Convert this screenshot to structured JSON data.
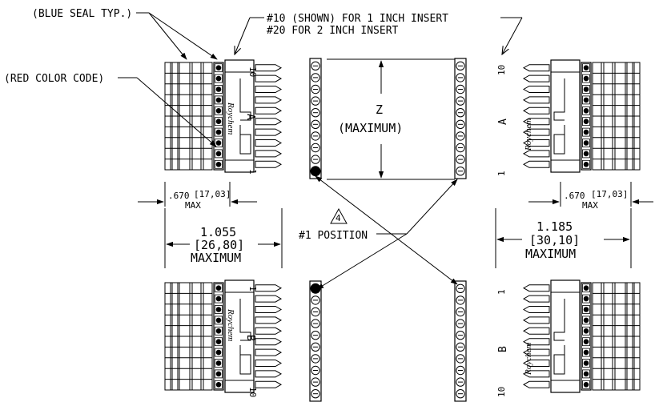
{
  "callouts": {
    "blue_seal": "(BLUE SEAL TYP.)",
    "insert_line1": "#10 (SHOWN) FOR 1 INCH INSERT",
    "insert_line2": "#20 FOR 2 INCH INSERT",
    "red_color_code": "(RED COLOR CODE)",
    "position": "#1  POSITION",
    "note_number": "4"
  },
  "dimensions": {
    "height_label": "Z",
    "height_note": "(MAXIMUM)",
    "left_mini": {
      "inch": ".670",
      "mm": "[17,03]",
      "sub": "MAX"
    },
    "right_mini": {
      "inch": ".670",
      "mm": "[17,03]",
      "sub": "MAX"
    },
    "left_overall": {
      "inch": "1.055",
      "mm": "[26,80]",
      "sub": "MAXIMUM"
    },
    "right_overall": {
      "inch": "1.185",
      "mm": "[30,10]",
      "sub": "MAXIMUM"
    }
  },
  "modules": {
    "brand": "Roychem",
    "top_left": {
      "end_top": "10",
      "end_bottom": "1",
      "letter": "A"
    },
    "top_right": {
      "end_top": "10",
      "end_bottom": "1",
      "letter": "A"
    },
    "bottom_left": {
      "end_top": "1",
      "end_bottom": "10",
      "letter": "B"
    },
    "bottom_right": {
      "end_top": "1",
      "end_bottom": "10",
      "letter": "B"
    }
  },
  "colors": {
    "ink": "#000000",
    "paper": "#ffffff"
  }
}
